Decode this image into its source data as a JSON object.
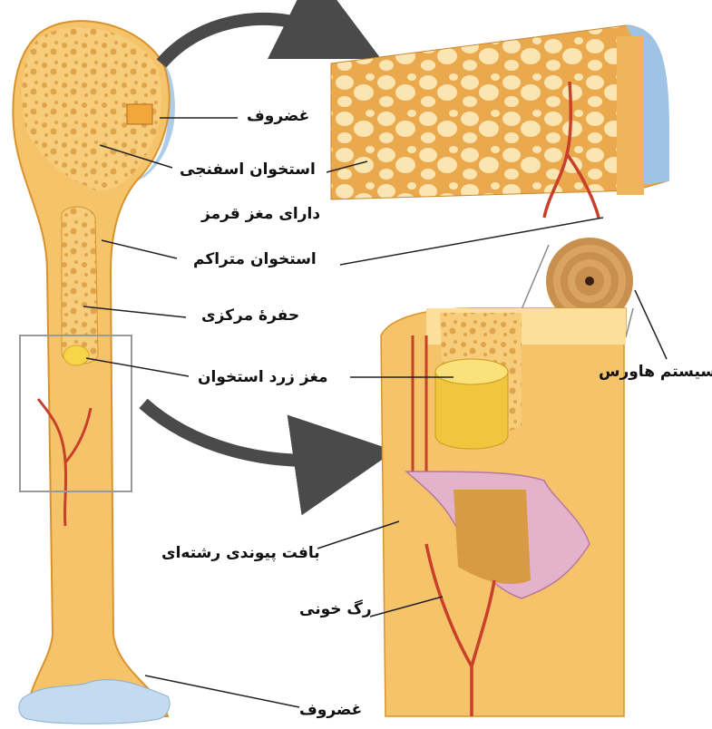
{
  "labels": {
    "cartilage_top": "غضروف",
    "spongy_bone": "استخوان اسفنجی",
    "red_marrow": "دارای مغز قرمز",
    "compact_bone": "استخوان متراکم",
    "central_cavity": "حفرهٔ مرکزی",
    "yellow_marrow": "مغز زرد استخوان",
    "haversian_system": "سیستم هاورس",
    "connective_tissue": "بافت پیوندی رشته‌ای",
    "blood_vessel": "رگ خونی",
    "cartilage_bottom": "غضروف"
  },
  "colors": {
    "bone": "#F5C36A",
    "bone_light": "#FBDF9A",
    "bone_edge": "#D9932E",
    "cartilage": "#9FC3E4",
    "vessel": "#C8402A",
    "marrow_yellow": "#F6D648",
    "membrane": "#D79AC9",
    "arrow": "#4A4A4A"
  }
}
